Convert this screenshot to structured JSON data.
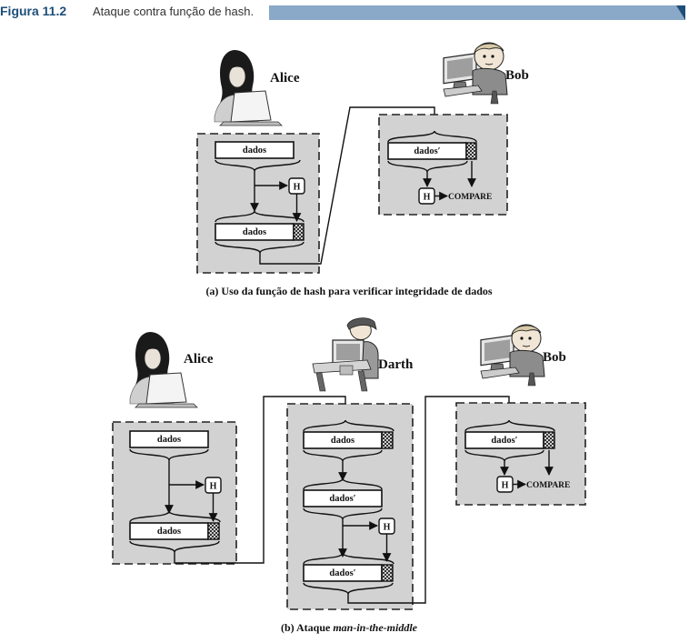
{
  "figure": {
    "label": "Figura 11.2",
    "title": "Ataque contra função de hash.",
    "accent_color": "#1f4e79",
    "bar_color": "#8aa8c8"
  },
  "panel_a": {
    "caption": "(a) Uso da função de hash para verificar integridade de dados",
    "alice": {
      "name": "Alice",
      "field_top": "dados",
      "hash": "H",
      "field_bottom": "dados"
    },
    "bob": {
      "name": "Bob",
      "field": "dados′",
      "hash": "H",
      "compare": "COMPARE"
    }
  },
  "panel_b": {
    "caption_prefix": "(b) Ataque ",
    "caption_italic": "man-in-the-middle",
    "alice": {
      "name": "Alice",
      "field_top": "dados",
      "hash": "H",
      "field_bottom": "dados"
    },
    "darth": {
      "name": "Darth",
      "field_top": "dados",
      "field_mid": "dados′",
      "hash": "H",
      "field_bottom": "dados′"
    },
    "bob": {
      "name": "Bob",
      "field": "dados′",
      "hash": "H",
      "compare": "COMPARE"
    }
  },
  "icons": [
    "woman-laptop-icon",
    "boy-computer-icon",
    "attacker-computer-icon",
    "hash-tag-icon"
  ]
}
